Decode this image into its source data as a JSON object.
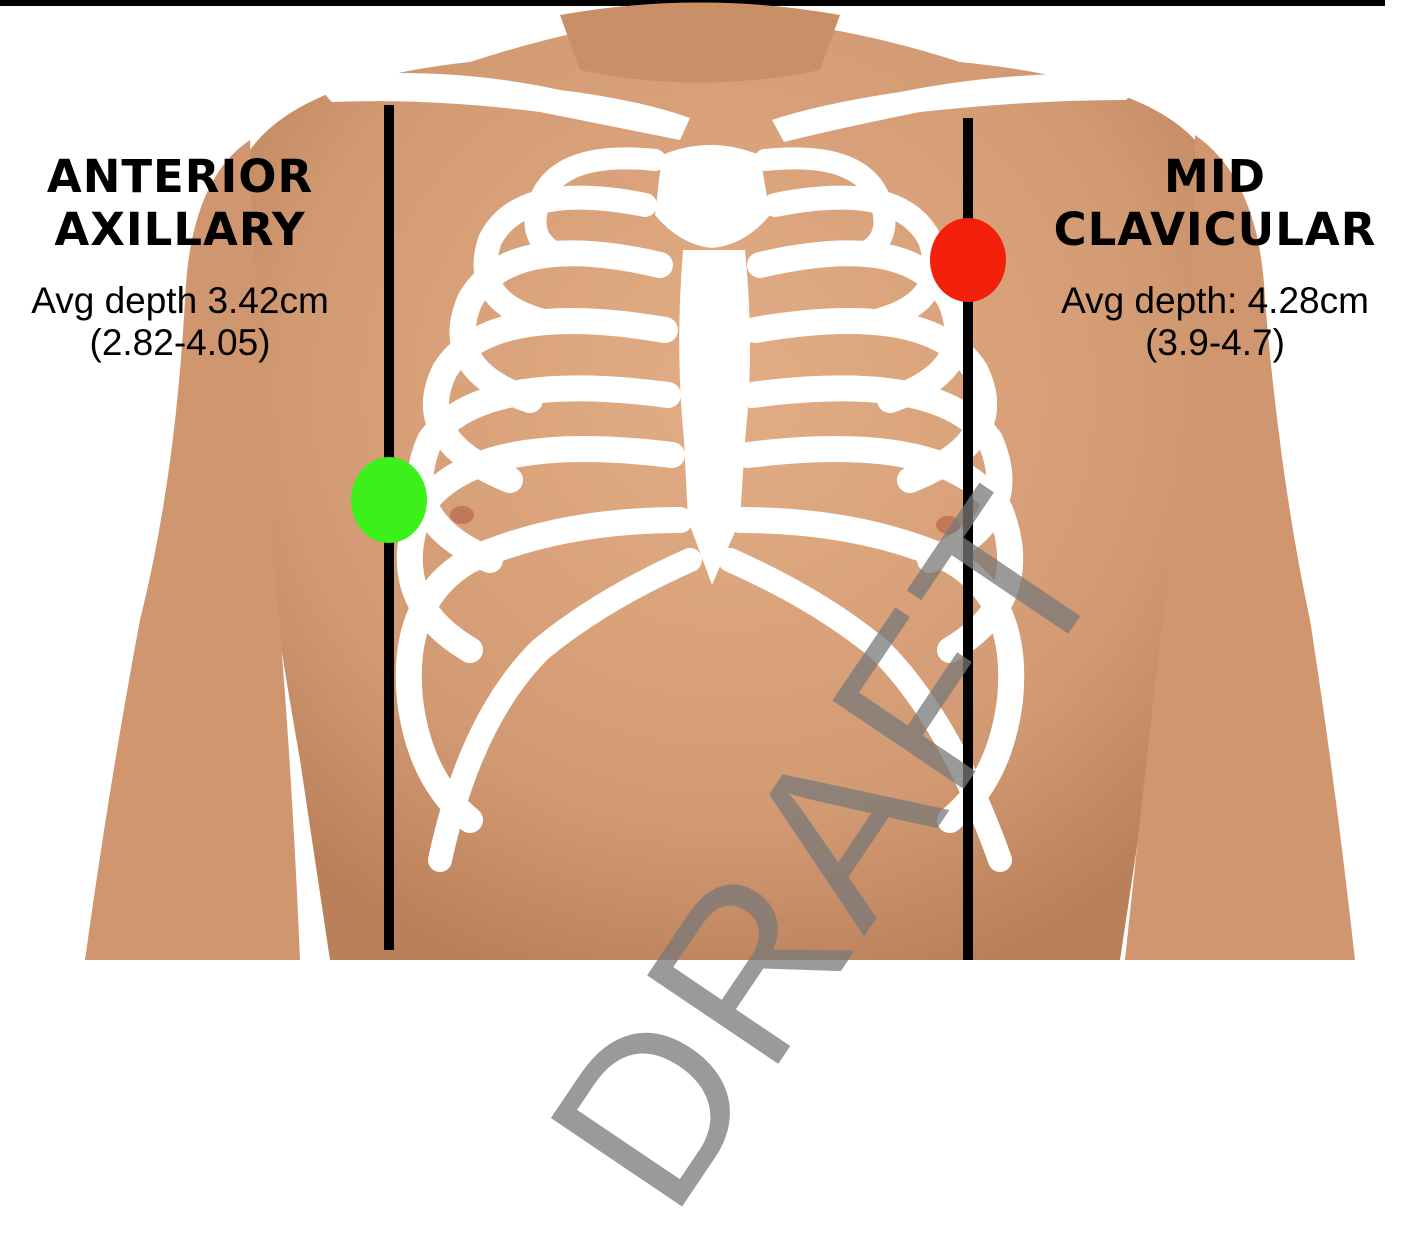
{
  "left_site": {
    "heading_line1": "ANTERIOR",
    "heading_line2": "AXILLARY",
    "depth_line": "Avg depth 3.42cm",
    "range_line": "(2.82-4.05)",
    "marker_color": "#3cf01a"
  },
  "right_site": {
    "heading_line1": "MID",
    "heading_line2": "CLAVICULAR",
    "depth_line": "Avg depth: 4.28cm",
    "range_line": "(3.9-4.7)",
    "marker_color": "#f21f0a"
  },
  "watermark": "DRAFT",
  "colors": {
    "skin": "#d9a27c",
    "skin_shadow": "#b77850",
    "bone": "#ffffff",
    "guide_line": "#000000"
  }
}
